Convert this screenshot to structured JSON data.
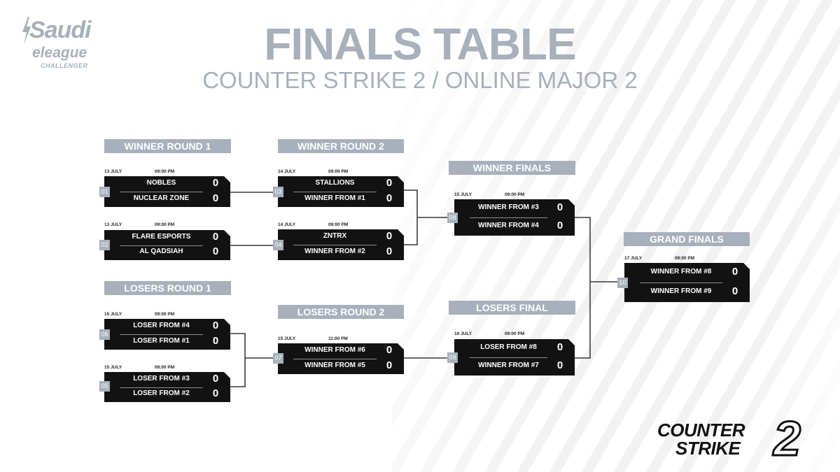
{
  "brand": {
    "logo_top": "Saudi",
    "logo_mid": "eleague",
    "logo_bot": "CHALLENGER"
  },
  "title": "FINALS TABLE",
  "subtitle": "COUNTER STRIKE 2 / ONLINE MAJOR 2",
  "rounds": {
    "winner_round_1": "WINNER ROUND 1",
    "winner_round_2": "WINNER ROUND 2",
    "winner_finals": "WINNER FINALS",
    "grand_finals": "GRAND FINALS",
    "losers_round_1": "LOSERS ROUND 1",
    "losers_round_2": "LOSERS ROUND 2",
    "losers_final": "LOSERS FINAL"
  },
  "matches": {
    "m01": {
      "number": "01",
      "date": "13 JULY",
      "time": "09:00 PM",
      "team1": "NOBLES",
      "score1": "0",
      "team2": "NUCLEAR ZONE",
      "score2": "0"
    },
    "m02": {
      "number": "02",
      "date": "13 JULY",
      "time": "09:00 PM",
      "team1": "FLARE ESPORTS",
      "score1": "0",
      "team2": "AL QADSIAH",
      "score2": "0"
    },
    "m03": {
      "number": "03",
      "date": "14 JULY",
      "time": "09:00 PM",
      "team1": "STALLIONS",
      "score1": "0",
      "team2": "WINNER FROM #1",
      "score2": "0"
    },
    "m04": {
      "number": "04",
      "date": "14 JULY",
      "time": "09:00 PM",
      "team1": "ZNTRX",
      "score1": "0",
      "team2": "WINNER FROM #2",
      "score2": "0"
    },
    "m08": {
      "number": "08",
      "date": "15 JULY",
      "time": "09:00 PM",
      "team1": "WINNER FROM #3",
      "score1": "0",
      "team2": "WINNER FROM #4",
      "score2": "0"
    },
    "m06": {
      "number": "06",
      "date": "15 JULY",
      "time": "09:00 PM",
      "team1": "LOSER FROM #4",
      "score1": "0",
      "team2": "LOSER FROM #1",
      "score2": "0"
    },
    "m05": {
      "number": "05",
      "date": "15 JULY",
      "time": "09:00 PM",
      "team1": "LOSER FROM #3",
      "score1": "0",
      "team2": "LOSER FROM #2",
      "score2": "0"
    },
    "m07": {
      "number": "07",
      "date": "15 JULY",
      "time": "11:00 PM",
      "team1": "WINNER FROM #6",
      "score1": "0",
      "team2": "WINNER FROM #5",
      "score2": "0"
    },
    "m09": {
      "number": "09",
      "date": "16 JULY",
      "time": "09:00 PM",
      "team1": "LOSER FROM #8",
      "score1": "0",
      "team2": "WINNER FROM #7",
      "score2": "0"
    },
    "m10": {
      "number": "10",
      "date": "17 JULY",
      "time": "09:00 PM",
      "team1": "WINNER FROM #8",
      "score1": "0",
      "team2": "WINNER FROM #9",
      "score2": "0"
    }
  },
  "footer": {
    "cs_line1": "COUNTER",
    "cs_line2": "STRIKE",
    "cs_two": "2"
  },
  "colors": {
    "accent_gray": "#a7b0bb",
    "card_black": "#121212",
    "background": "#ffffff"
  }
}
